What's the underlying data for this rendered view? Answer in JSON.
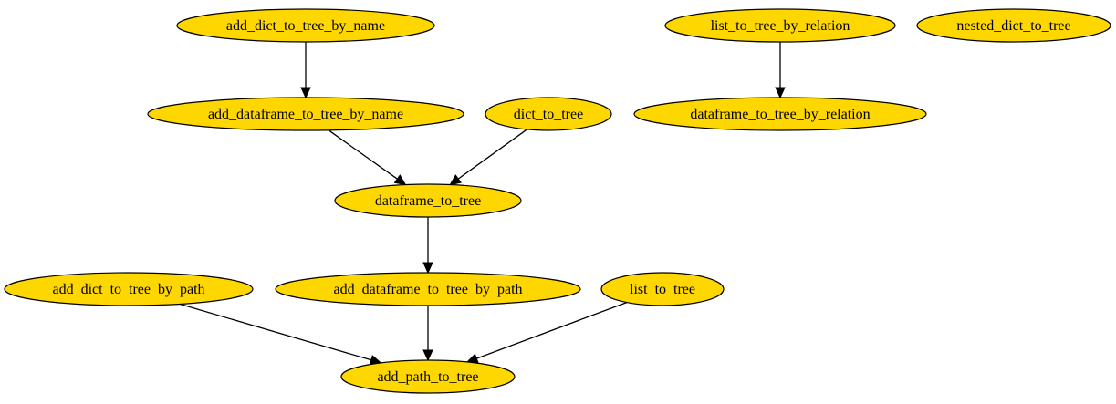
{
  "colors": {
    "node_fill": "#ffd700",
    "node_stroke": "#000000",
    "edge": "#000000",
    "background": "#ffffff"
  },
  "nodes": [
    {
      "id": "add_dict_to_tree_by_name",
      "label": "add_dict_to_tree_by_name"
    },
    {
      "id": "list_to_tree_by_relation",
      "label": "list_to_tree_by_relation"
    },
    {
      "id": "nested_dict_to_tree",
      "label": "nested_dict_to_tree"
    },
    {
      "id": "add_dataframe_to_tree_by_name",
      "label": "add_dataframe_to_tree_by_name"
    },
    {
      "id": "dict_to_tree",
      "label": "dict_to_tree"
    },
    {
      "id": "dataframe_to_tree_by_relation",
      "label": "dataframe_to_tree_by_relation"
    },
    {
      "id": "dataframe_to_tree",
      "label": "dataframe_to_tree"
    },
    {
      "id": "add_dict_to_tree_by_path",
      "label": "add_dict_to_tree_by_path"
    },
    {
      "id": "add_dataframe_to_tree_by_path",
      "label": "add_dataframe_to_tree_by_path"
    },
    {
      "id": "list_to_tree",
      "label": "list_to_tree"
    },
    {
      "id": "add_path_to_tree",
      "label": "add_path_to_tree"
    }
  ],
  "edges": [
    {
      "from": "add_dict_to_tree_by_name",
      "to": "add_dataframe_to_tree_by_name"
    },
    {
      "from": "list_to_tree_by_relation",
      "to": "dataframe_to_tree_by_relation"
    },
    {
      "from": "add_dataframe_to_tree_by_name",
      "to": "dataframe_to_tree"
    },
    {
      "from": "dict_to_tree",
      "to": "dataframe_to_tree"
    },
    {
      "from": "dataframe_to_tree",
      "to": "add_dataframe_to_tree_by_path"
    },
    {
      "from": "add_dict_to_tree_by_path",
      "to": "add_path_to_tree"
    },
    {
      "from": "add_dataframe_to_tree_by_path",
      "to": "add_path_to_tree"
    },
    {
      "from": "list_to_tree",
      "to": "add_path_to_tree"
    }
  ]
}
